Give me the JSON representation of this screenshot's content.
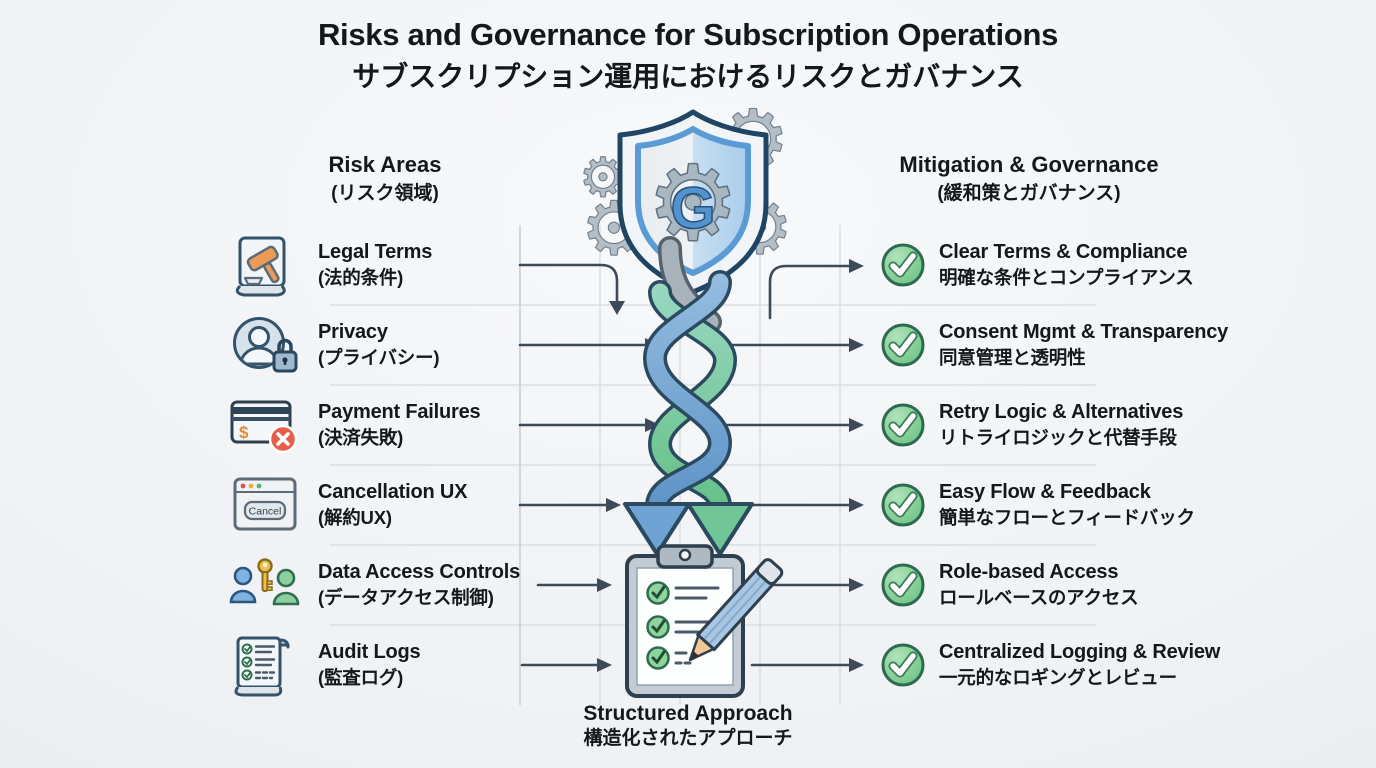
{
  "title": {
    "en": "Risks and Governance for Subscription Operations",
    "ja": "サブスクリプション運用におけるリスクとガバナンス"
  },
  "left_column": {
    "header_en": "Risk Areas",
    "header_ja": "(リスク領域)",
    "items": [
      {
        "en": "Legal Terms",
        "ja": "(法的条件)",
        "icon": "gavel-scroll-icon"
      },
      {
        "en": "Privacy",
        "ja": "(プライバシー)",
        "icon": "user-lock-icon"
      },
      {
        "en": "Payment Failures",
        "ja": "(決済失敗)",
        "icon": "card-error-icon"
      },
      {
        "en": "Cancellation UX",
        "ja": "(解約UX)",
        "icon": "cancel-window-icon",
        "button_label": "Cancel"
      },
      {
        "en": "Data Access Controls",
        "ja": "(データアクセス制御)",
        "icon": "users-key-icon"
      },
      {
        "en": "Audit Logs",
        "ja": "(監査ログ)",
        "icon": "log-scroll-icon"
      }
    ]
  },
  "right_column": {
    "header_en": "Mitigation & Governance",
    "header_ja": "(緩和策とガバナンス)",
    "items": [
      {
        "en": "Clear Terms & Compliance",
        "ja": "明確な条件とコンプライアンス",
        "icon": "check-circle-icon"
      },
      {
        "en": "Consent Mgmt & Transparency",
        "ja": "同意管理と透明性",
        "icon": "check-circle-icon"
      },
      {
        "en": "Retry Logic & Alternatives",
        "ja": "リトライロジックと代替手段",
        "icon": "check-circle-icon"
      },
      {
        "en": "Easy Flow & Feedback",
        "ja": "簡単なフローとフィードバック",
        "icon": "check-circle-icon"
      },
      {
        "en": "Role-based Access",
        "ja": "ロールベースのアクセス",
        "icon": "check-circle-icon"
      },
      {
        "en": "Centralized Logging & Review",
        "ja": "一元的なロギングとレビュー",
        "icon": "check-circle-icon"
      }
    ]
  },
  "center": {
    "shield_letter": "G",
    "gear_glyph": "⚙",
    "dollar_glyph": "$",
    "caption_en": "Structured Approach",
    "caption_ja": "構造化されたアプローチ"
  },
  "colors": {
    "accent_blue": "#5b9bd5",
    "accent_green": "#6fc487",
    "connector_slate": "#3d4a57",
    "grid_gray": "#d9dde1",
    "check_green": "#86cf96",
    "alert_red": "#e85d4a",
    "gavel_orange": "#e8954f",
    "key_yellow": "#f0c04a"
  }
}
